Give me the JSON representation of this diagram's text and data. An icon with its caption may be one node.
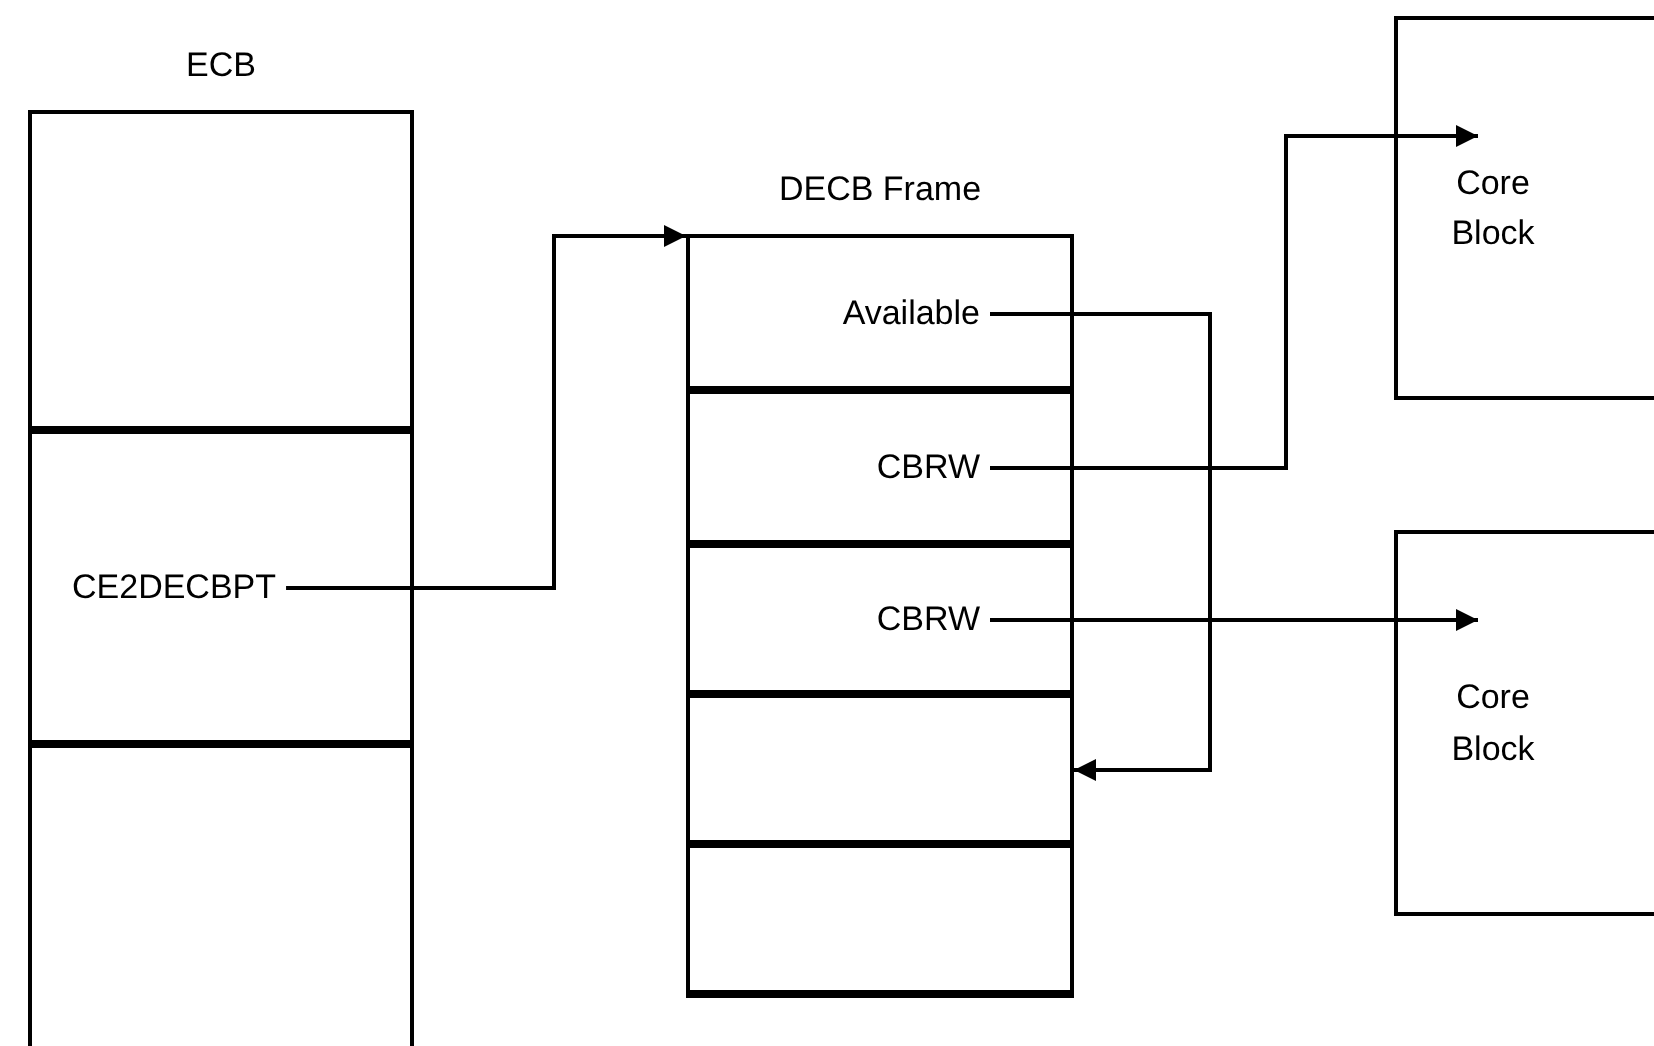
{
  "diagram": {
    "nodes": [
      {
        "text": [
          "ECB"
        ]
      },
      {
        "text": [],
        "shape": "box",
        "in": 0
      },
      {
        "text": [
          "CE2DECBPT"
        ],
        "in": 0
      },
      {
        "text": [],
        "shape": "box",
        "in": 0
      },
      {
        "text": [
          "DECB Frame"
        ]
      },
      {
        "text": [
          "Available"
        ],
        "in": 4
      },
      {
        "text": [
          "CBRW"
        ],
        "in": 4
      },
      {
        "text": [
          "CBRW"
        ],
        "in": 4
      },
      {
        "text": [],
        "shape": "box",
        "in": 4
      },
      {
        "text": [],
        "shape": "box",
        "in": 4
      },
      {
        "text": [
          "Core Block"
        ]
      },
      {
        "text": [
          "Core Block"
        ]
      }
    ],
    "edges": [
      {
        "from": 2,
        "to": 4,
        "arrow": "to"
      },
      {
        "from": 5,
        "to": 8,
        "arrow": "to"
      },
      {
        "from": 6,
        "to": 10,
        "arrow": "to"
      },
      {
        "from": 7,
        "to": 11,
        "arrow": "to"
      }
    ]
  }
}
